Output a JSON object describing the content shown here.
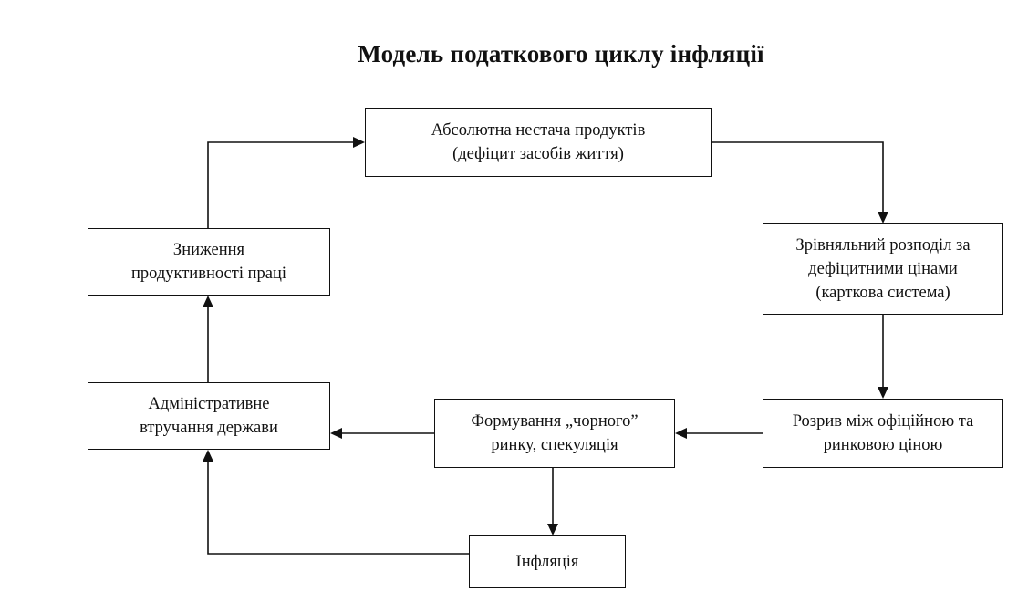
{
  "title": "Модель податкового циклу інфляції",
  "boxes": {
    "shortage": {
      "line1": "Абсолютна нестача продуктів",
      "line2": "(дефіцит засобів життя)"
    },
    "distribution": {
      "line1": "Зрівняльний розподіл за",
      "line2": "дефіцитними цінами",
      "line3": "(карткова система)"
    },
    "price_gap": {
      "line1": "Розрив між офіційною та",
      "line2": "ринковою ціною"
    },
    "black_market": {
      "line1": "Формування „чорного”",
      "line2": "ринку, спекуляція"
    },
    "inflation": {
      "line1": "Інфляція"
    },
    "intervention": {
      "line1": "Адміністративне",
      "line2": "втручання держави"
    },
    "productivity": {
      "line1": "Зниження",
      "line2": "продуктивності праці"
    }
  }
}
